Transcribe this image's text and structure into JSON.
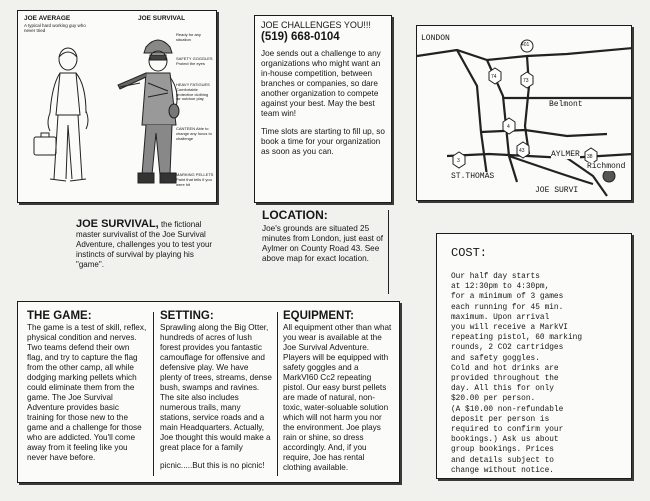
{
  "illustration": {
    "joe_average": {
      "heading": "JOE AVERAGE",
      "caption": "A typical hard working guy who never tried"
    },
    "joe_survival": {
      "heading": "JOE SURVIVAL",
      "notes": [
        "Ready for any situation",
        "SAFETY GOGGLES Protect the eyes",
        "HEAVY FATIGUES Comfortable protective clothing for outdoor play",
        "CANTEEN Able to change any focus to challenge",
        "MARKING PELLETS Paint that tells if you were hit"
      ]
    }
  },
  "intro": {
    "lead": "JOE SURVIVAL,",
    "text": " the fictional master survivalist of the Joe Survival Adventure, challenges you to test your instincts of survival by playing his \"game\"."
  },
  "challenge": {
    "heading": "JOE CHALLENGES YOU!!!",
    "phone": "(519) 668-0104",
    "paragraph1": "Joe sends out a challenge to any organizations who might want an in-house competition, between branches or companies, so dare another organization to compete against your best. May the best team win!",
    "paragraph2": "Time slots are starting to fill up, so book a time for your organization as soon as you can."
  },
  "location": {
    "heading": "LOCATION:",
    "text": "Joe's grounds are situated 25 minutes from London, just east of Aylmer on County Road 43. See above map for exact location."
  },
  "map": {
    "labels": {
      "london": "LONDON",
      "belmont": "Belmont",
      "aylmer": "AYLMER",
      "richmond": "Richmond",
      "st_thomas": "ST.THOMAS",
      "joe_survival": "JOE SURVI"
    },
    "route_numbers": [
      "401",
      "74",
      "73",
      "4",
      "43",
      "38",
      "3"
    ]
  },
  "cost": {
    "heading": "COST:",
    "lines": [
      "Our half day starts",
      "at 12:30pm to 4:30pm,",
      "for a minimum of 3 games",
      "each running for 45 min.",
      "maximum.  Upon arrival",
      "you will receive a MarkVI",
      "repeating pistol, 60 marking",
      "rounds, 2 CO2 cartridges",
      "and safety goggles.",
      "Cold and hot drinks are",
      "provided throughout the",
      "day.  All this for only",
      "$20.00 per person.",
      "(A $10.00 non-refundable",
      "deposit per person is",
      "required to confirm your",
      "bookings.)  Ask us about",
      "group bookings.  Prices",
      "and details subject to",
      "change without notice."
    ]
  },
  "game": {
    "heading": "THE GAME:",
    "text": "The game is a test of skill, reflex, physical condition and nerves. Two teams defend their own flag, and try to capture the flag from the other camp, all while dodging marking pellets which could eliminate them from the game. The Joe Survival Adventure provides basic training for those new to the game and a challenge for those who are addicted. You'll come away from it feeling like you never have before."
  },
  "setting": {
    "heading": "SETTING:",
    "text": "Sprawling along the Big Otter, hundreds of acres of lush forest provides you fantastic camouflage for offensive and defensive play. We have plenty of trees, streams, dense bush, swamps and ravines. The site also includes numerous trails, many stations, service roads and a main Headquarters. Actually, Joe thought this would make a great place for a family",
    "closing": "picnic.....But this is no picnic!"
  },
  "equipment": {
    "heading": "EQUIPMENT:",
    "text": "All equipment other than what you wear is available at the Joe Survival Adventure. Players will be equipped with safety goggles and a MarkVI60 Cc2 repeating pistol. Our easy burst pellets are made of natural, non-toxic, water-soluable solution which will not harm you nor the environment. Joe plays rain or shine, so dress accordingly. And, if you require, Joe has rental clothing available."
  }
}
